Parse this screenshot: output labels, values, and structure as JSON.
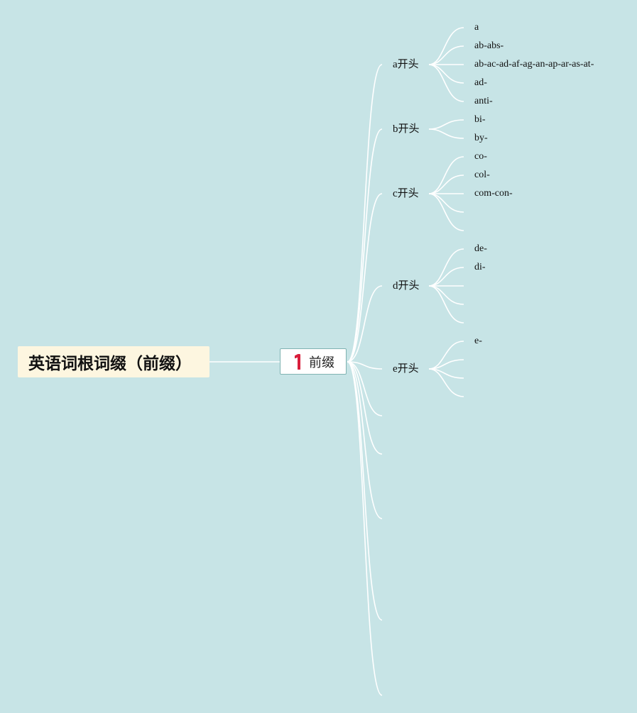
{
  "root": {
    "label": "英语词根词缀（前缀）"
  },
  "main": {
    "label": "前缀"
  },
  "colors": {
    "background": "#c7e4e6",
    "connector": "#ffffff",
    "root_fill": "#fdf6e0",
    "main_border": "#7fb3b2",
    "marker": "#d91e3c"
  },
  "categories": [
    {
      "label": "a开头",
      "children": [
        "a",
        "ab-abs-",
        "ab-ac-ad-af-ag-an-ap-ar-as-at-",
        "ad-",
        "anti-"
      ]
    },
    {
      "label": "b开头",
      "children": [
        "bi-",
        "by-"
      ]
    },
    {
      "label": "c开头",
      "children": [
        "co-",
        "col-",
        "com-con-",
        "",
        ""
      ]
    },
    {
      "label": "d开头",
      "children": [
        "de-",
        "di-",
        "",
        "",
        ""
      ]
    },
    {
      "label": "e开头",
      "children": [
        "e-",
        "",
        "",
        ""
      ]
    },
    {
      "label": "",
      "children": []
    },
    {
      "label": "",
      "children": []
    },
    {
      "label": "",
      "children": []
    },
    {
      "label": "",
      "children": []
    },
    {
      "label": "",
      "children": []
    }
  ]
}
